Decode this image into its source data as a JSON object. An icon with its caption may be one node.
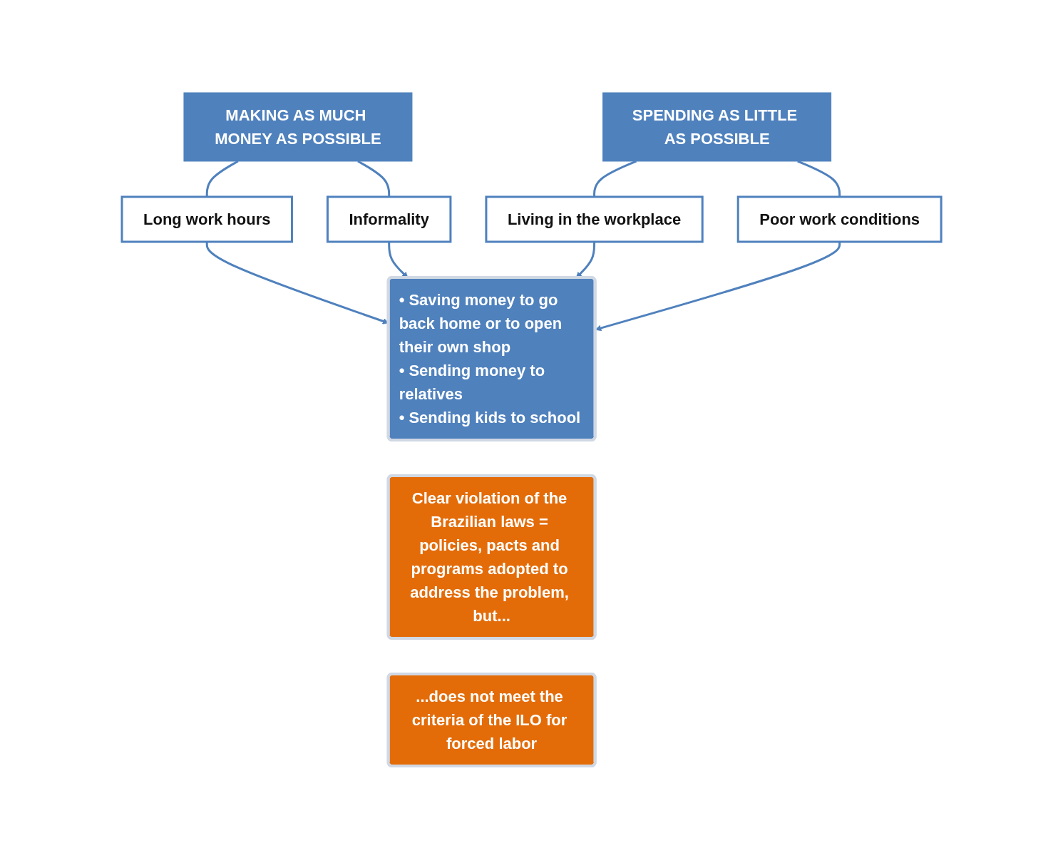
{
  "diagram": {
    "nodes": [
      {
        "text": [
          "MAKING AS MUCH MONEY AS POSSIBLE"
        ]
      },
      {
        "text": [
          "Long work hours"
        ]
      },
      {
        "text": [
          "Informality"
        ]
      },
      {
        "text": [
          "SPENDING AS LITTLE AS POSSIBLE"
        ]
      },
      {
        "text": [
          "Living in the workplace"
        ]
      },
      {
        "text": [
          "Poor work conditions"
        ]
      },
      {
        "text": [
          "• Saving money to go back home or to open their own shop",
          "• Sending money to relatives",
          "• Sending kids to school"
        ]
      },
      {
        "text": [
          "Clear violation of the Brazilian laws = policies, pacts and programs adopted to address the problem, but..."
        ]
      },
      {
        "text": [
          "...does not meet the criteria of the ILO for forced labor"
        ]
      }
    ],
    "edges": [
      {
        "from": 0,
        "to": 1,
        "arrow": "none"
      },
      {
        "from": 0,
        "to": 2,
        "arrow": "none"
      },
      {
        "from": 3,
        "to": 4,
        "arrow": "none"
      },
      {
        "from": 3,
        "to": 5,
        "arrow": "none"
      },
      {
        "from": 1,
        "to": 6,
        "arrow": "to"
      },
      {
        "from": 2,
        "to": 6,
        "arrow": "to"
      },
      {
        "from": 4,
        "to": 6,
        "arrow": "to"
      },
      {
        "from": 5,
        "to": 6,
        "arrow": "to"
      }
    ]
  }
}
